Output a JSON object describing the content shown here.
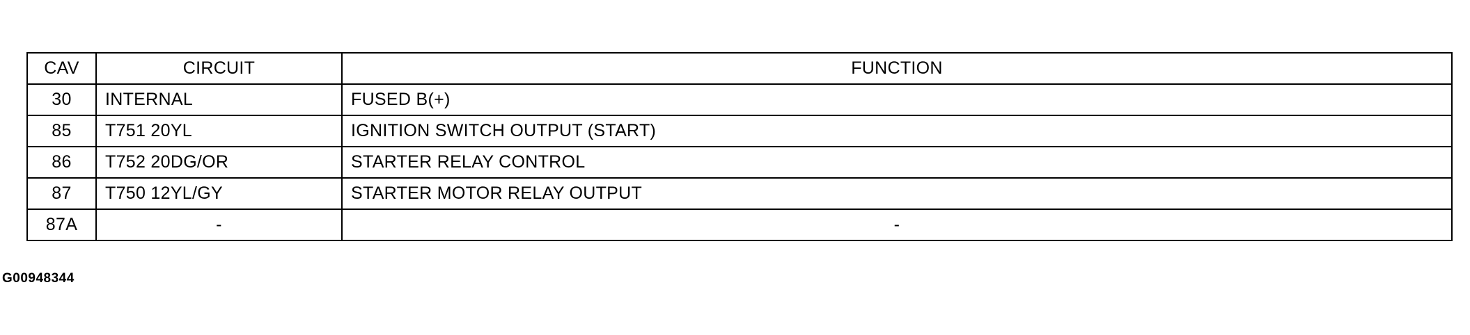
{
  "table": {
    "headers": {
      "cav": "CAV",
      "circuit": "CIRCUIT",
      "function": "FUNCTION"
    },
    "rows": [
      {
        "cav": "30",
        "circuit": "INTERNAL",
        "function": "FUSED B(+)"
      },
      {
        "cav": "85",
        "circuit": "T751 20YL",
        "function": "IGNITION SWITCH OUTPUT (START)"
      },
      {
        "cav": "86",
        "circuit": "T752 20DG/OR",
        "function": "STARTER RELAY CONTROL"
      },
      {
        "cav": "87",
        "circuit": "T750 12YL/GY",
        "function": "STARTER MOTOR RELAY OUTPUT"
      },
      {
        "cav": "87A",
        "circuit": "-",
        "function": "-"
      }
    ]
  },
  "figure_id": "G00948344"
}
